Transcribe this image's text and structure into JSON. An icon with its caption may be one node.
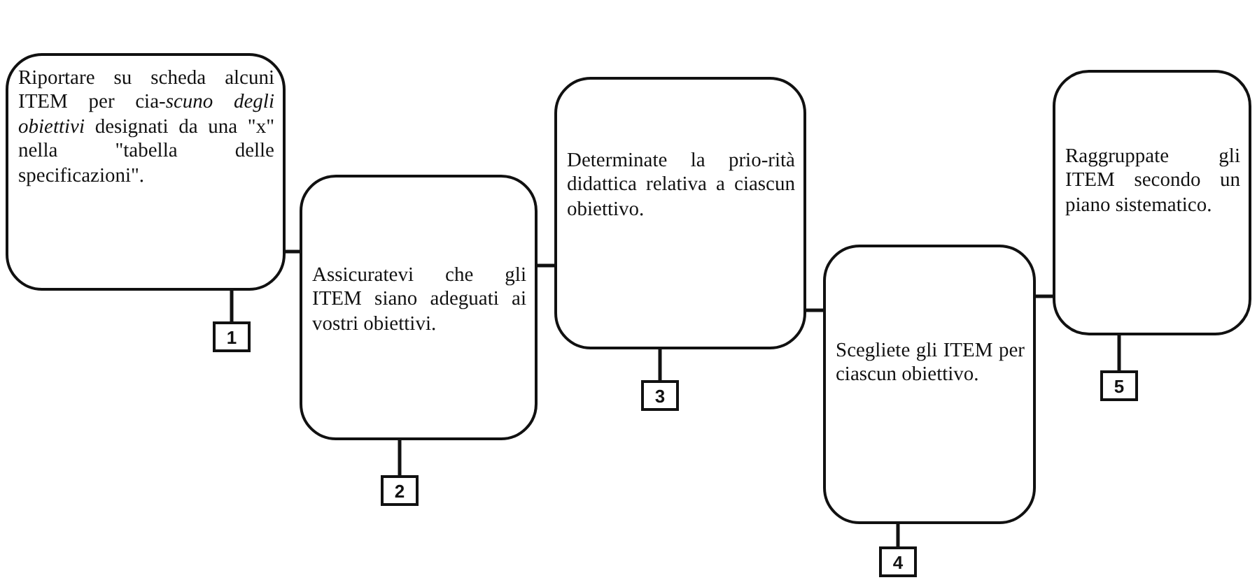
{
  "diagram": {
    "nodes": [
      {
        "text": [
          "Riportare su scheda alcuni ITEM per cia-*scuno degli obiettivi* designati da una \"x\" nella \"tabella delle specificazioni\"."
        ]
      },
      {
        "text": [
          "Assicuratevi che gli ITEM siano adeguati ai vostri obiettivi."
        ]
      },
      {
        "text": [
          "Determinate la prio-rità didattica relativa a ciascun obiettivo."
        ]
      },
      {
        "text": [
          "Scegliete gli ITEM per ciascun obiettivo."
        ]
      },
      {
        "text": [
          "Raggruppate gli ITEM secondo un piano sistematico."
        ]
      },
      {
        "text": [
          "1"
        ]
      },
      {
        "text": [
          "2"
        ]
      },
      {
        "text": [
          "3"
        ]
      },
      {
        "text": [
          "4"
        ]
      },
      {
        "text": [
          "5"
        ]
      }
    ],
    "edges": [
      {
        "from": 0,
        "to": 1,
        "arrow": "none"
      },
      {
        "from": 1,
        "to": 2,
        "arrow": "none"
      },
      {
        "from": 2,
        "to": 3,
        "arrow": "none"
      },
      {
        "from": 3,
        "to": 4,
        "arrow": "none"
      },
      {
        "from": 0,
        "to": 5,
        "arrow": "none"
      },
      {
        "from": 1,
        "to": 6,
        "arrow": "none"
      },
      {
        "from": 2,
        "to": 7,
        "arrow": "none"
      },
      {
        "from": 3,
        "to": 8,
        "arrow": "none"
      },
      {
        "from": 4,
        "to": 9,
        "arrow": "none"
      }
    ]
  }
}
